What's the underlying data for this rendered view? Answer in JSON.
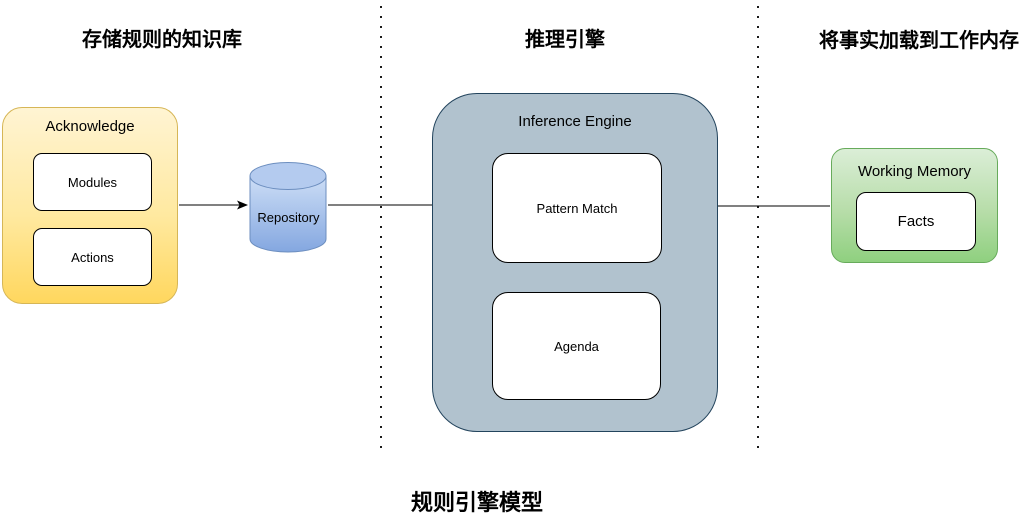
{
  "diagram_title": "规则引擎模型",
  "section_headers": {
    "knowledge_base": "存储规则的知识库",
    "inference": "推理引擎",
    "working_memory": "将事实加载到工作内存"
  },
  "nodes": {
    "acknowledge": {
      "label": "Acknowledge",
      "children": [
        {
          "label": "Modules"
        },
        {
          "label": "Actions"
        }
      ],
      "fill_top": "#FFF2CC",
      "fill_bottom": "#FFD75E",
      "border": "#D6B656"
    },
    "repository": {
      "label": "Repository",
      "fill_top": "#CDDEF6",
      "fill_bottom": "#84A7E0",
      "border": "#6C8EBF"
    },
    "inference_engine": {
      "label": "Inference Engine",
      "children": [
        {
          "label": "Pattern Match"
        },
        {
          "label": "Agenda"
        }
      ],
      "fill": "#B1C2CE",
      "border": "#23445D"
    },
    "working_memory": {
      "label": "Working Memory",
      "children": [
        {
          "label": "Facts"
        }
      ],
      "fill_top": "#DBEED7",
      "fill_bottom": "#8FD07F",
      "border": "#67AB5B"
    }
  },
  "connectors": {
    "acknowledge_to_repository": "arrow-right",
    "repository_to_pattern_match": "arrow-right",
    "working_memory_to_pattern_match": "arrow-left",
    "pattern_match_to_agenda": "arrow-down"
  }
}
